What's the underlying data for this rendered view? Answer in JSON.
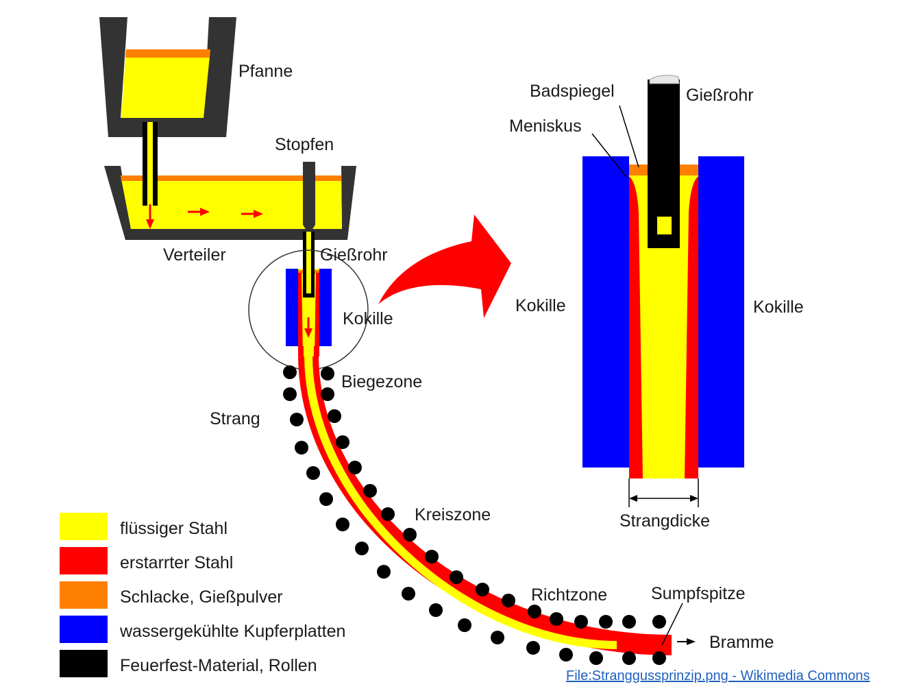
{
  "labels": {
    "pfanne": "Pfanne",
    "stopfen": "Stopfen",
    "verteiler": "Verteiler",
    "giessrohr": "Gießrohr",
    "kokille": "Kokille",
    "biegezone": "Biegezone",
    "strang": "Strang",
    "kreiszone": "Kreiszone",
    "richtzone": "Richtzone",
    "sumpfspitze": "Sumpfspitze",
    "bramme": "Bramme"
  },
  "detail": {
    "badspiegel": "Badspiegel",
    "giessrohr": "Gießrohr",
    "meniskus": "Meniskus",
    "kokille_left": "Kokille",
    "kokille_right": "Kokille",
    "strangdicke": "Strangdicke"
  },
  "legend": [
    {
      "label": "flüssiger  Stahl",
      "color": "#ffff00"
    },
    {
      "label": "erstarrter  Stahl",
      "color": "#ff0000"
    },
    {
      "label": "Schlacke,  Gießpulver",
      "color": "#ff8000"
    },
    {
      "label": "wassergekühlte  Kupferplatten",
      "color": "#0000ff"
    },
    {
      "label": "Feuerfest-Material,  Rollen",
      "color": "#000000"
    }
  ],
  "colors": {
    "liquid_steel": "#ffff00",
    "solid_steel": "#ff0000",
    "slag": "#ff8000",
    "copper_plates": "#0000ff",
    "refractory": "#000000",
    "arrow": "#ff0000"
  },
  "credit": "File:Stranggussprinzip.png - Wikimedia Commons"
}
